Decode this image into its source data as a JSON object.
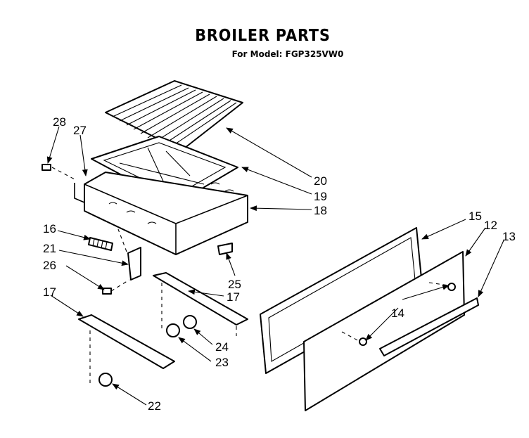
{
  "diagram": {
    "title": "BROILER PARTS",
    "subtitle": "For Model: FGP325VW0"
  },
  "callouts": [
    {
      "id": "28",
      "label": "28"
    },
    {
      "id": "27",
      "label": "27"
    },
    {
      "id": "20",
      "label": "20"
    },
    {
      "id": "19",
      "label": "19"
    },
    {
      "id": "18",
      "label": "18"
    },
    {
      "id": "16",
      "label": "16"
    },
    {
      "id": "21",
      "label": "21"
    },
    {
      "id": "26",
      "label": "26"
    },
    {
      "id": "25",
      "label": "25"
    },
    {
      "id": "17a",
      "label": "17"
    },
    {
      "id": "17b",
      "label": "17"
    },
    {
      "id": "15",
      "label": "15"
    },
    {
      "id": "12",
      "label": "12"
    },
    {
      "id": "13",
      "label": "13"
    },
    {
      "id": "14",
      "label": "14"
    },
    {
      "id": "24",
      "label": "24"
    },
    {
      "id": "23",
      "label": "23"
    },
    {
      "id": "22",
      "label": "22"
    }
  ]
}
